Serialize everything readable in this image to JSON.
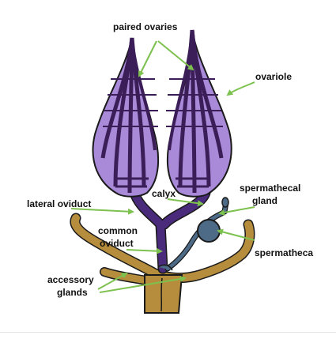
{
  "labels": {
    "paired_ovaries": "paired ovaries",
    "ovariole": "ovariole",
    "calyx": "calyx",
    "spermathecal_gland_line1": "spermathecal",
    "spermathecal_gland_line2": "gland",
    "lateral_oviduct": "lateral oviduct",
    "common_oviduct_line1": "common",
    "common_oviduct_line2": "oviduct",
    "spermatheca": "spermatheca",
    "accessory_glands_line1": "accessory",
    "accessory_glands_line2": "glands"
  },
  "colors": {
    "ovariole_fill": "#a98ad9",
    "ovariole_dark": "#3b1d57",
    "oviduct": "#4a2a7a",
    "spermatheca": "#4d6a87",
    "accessory_gland": "#b58d3d",
    "arrow": "#7dc14f",
    "outline": "#1a1a1a"
  }
}
